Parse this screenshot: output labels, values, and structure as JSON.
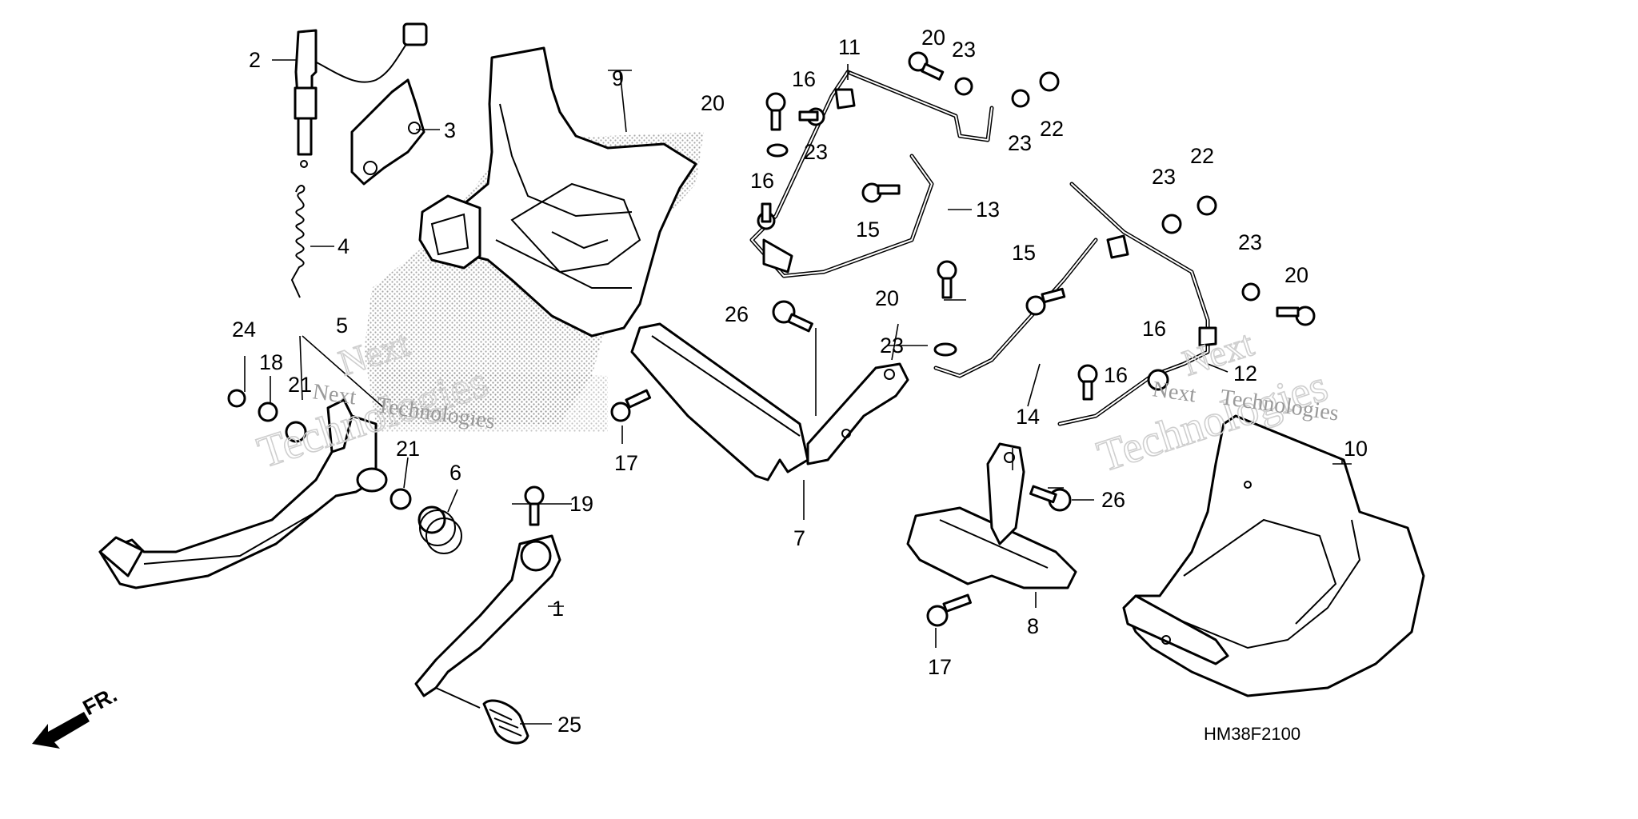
{
  "diagram": {
    "code": "HM38F2100",
    "direction": "FR.",
    "watermark": [
      "Next",
      "Technologies"
    ],
    "callouts": [
      {
        "id": "c1",
        "label": "1"
      },
      {
        "id": "c2",
        "label": "2"
      },
      {
        "id": "c3",
        "label": "3"
      },
      {
        "id": "c4",
        "label": "4"
      },
      {
        "id": "c5",
        "label": "5"
      },
      {
        "id": "c6",
        "label": "6"
      },
      {
        "id": "c7",
        "label": "7"
      },
      {
        "id": "c8",
        "label": "8"
      },
      {
        "id": "c9",
        "label": "9"
      },
      {
        "id": "c10",
        "label": "10"
      },
      {
        "id": "c11",
        "label": "11"
      },
      {
        "id": "c12",
        "label": "12"
      },
      {
        "id": "c13",
        "label": "13"
      },
      {
        "id": "c14",
        "label": "14"
      },
      {
        "id": "c15a",
        "label": "15"
      },
      {
        "id": "c15b",
        "label": "15"
      },
      {
        "id": "c16a",
        "label": "16"
      },
      {
        "id": "c16b",
        "label": "16"
      },
      {
        "id": "c16c",
        "label": "16"
      },
      {
        "id": "c16d",
        "label": "16"
      },
      {
        "id": "c17a",
        "label": "17"
      },
      {
        "id": "c17b",
        "label": "17"
      },
      {
        "id": "c18",
        "label": "18"
      },
      {
        "id": "c19",
        "label": "19"
      },
      {
        "id": "c20a",
        "label": "20"
      },
      {
        "id": "c20b",
        "label": "20"
      },
      {
        "id": "c20c",
        "label": "20"
      },
      {
        "id": "c20d",
        "label": "20"
      },
      {
        "id": "c21a",
        "label": "21"
      },
      {
        "id": "c21b",
        "label": "21"
      },
      {
        "id": "c22a",
        "label": "22"
      },
      {
        "id": "c22b",
        "label": "22"
      },
      {
        "id": "c23a",
        "label": "23"
      },
      {
        "id": "c23b",
        "label": "23"
      },
      {
        "id": "c23c",
        "label": "23"
      },
      {
        "id": "c23d",
        "label": "23"
      },
      {
        "id": "c23e",
        "label": "23"
      },
      {
        "id": "c24",
        "label": "24"
      },
      {
        "id": "c25",
        "label": "25"
      },
      {
        "id": "c26a",
        "label": "26"
      },
      {
        "id": "c26b",
        "label": "26"
      }
    ]
  }
}
